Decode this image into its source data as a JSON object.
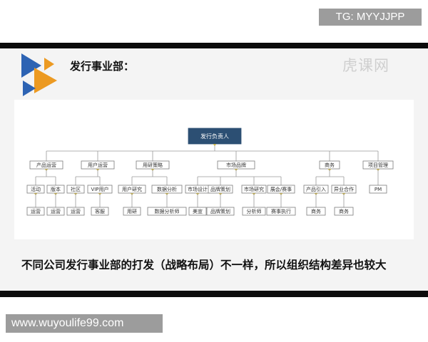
{
  "overlay": {
    "tg_handle": "TG: MYYJJPP",
    "website": "www.wuyoulife99.com"
  },
  "slide": {
    "heading": "发行事业部：",
    "watermark": "虎课网",
    "caption": "不同公司发行事业部的打发（战略布局）不一样，所以组织结构差异也较大"
  },
  "org_chart": {
    "root": "发行负责人",
    "departments": [
      {
        "name": "产品运营",
        "teams": [
          {
            "name": "活动",
            "roles": [
              "运营"
            ]
          },
          {
            "name": "版本",
            "roles": [
              "运营"
            ]
          }
        ]
      },
      {
        "name": "用户运营",
        "teams": [
          {
            "name": "社区",
            "roles": [
              "运营"
            ]
          },
          {
            "name": "VIP用户",
            "roles": [
              "客服"
            ]
          }
        ]
      },
      {
        "name": "用研策略",
        "teams": [
          {
            "name": "用户研究",
            "roles": [
              "用研"
            ]
          },
          {
            "name": "数据分析",
            "roles": [
              "数据分析师"
            ]
          }
        ]
      },
      {
        "name": "市场品牌",
        "teams": [
          {
            "name": "市场设计",
            "roles": [
              "美宣"
            ]
          },
          {
            "name": "品牌策划",
            "roles": [
              "品牌策划"
            ]
          },
          {
            "name": "市场研究",
            "roles": [
              "分析师"
            ]
          },
          {
            "name": "展会/赛事",
            "roles": [
              "赛事执行"
            ]
          }
        ]
      },
      {
        "name": "商务",
        "teams": [
          {
            "name": "产品引入",
            "roles": [
              "商务"
            ]
          },
          {
            "name": "异业合作",
            "roles": [
              "商务"
            ]
          }
        ]
      },
      {
        "name": "项目管理",
        "teams": [
          {
            "name": "PM",
            "roles": []
          }
        ]
      }
    ]
  },
  "colors": {
    "root_fill": "#2c4f73",
    "box_stroke": "#7c7c7c",
    "line": "#9a9a9a",
    "connector_marker": "#c9b24a",
    "logo_blue": "#2d63b3",
    "logo_orange": "#ec9a22"
  }
}
